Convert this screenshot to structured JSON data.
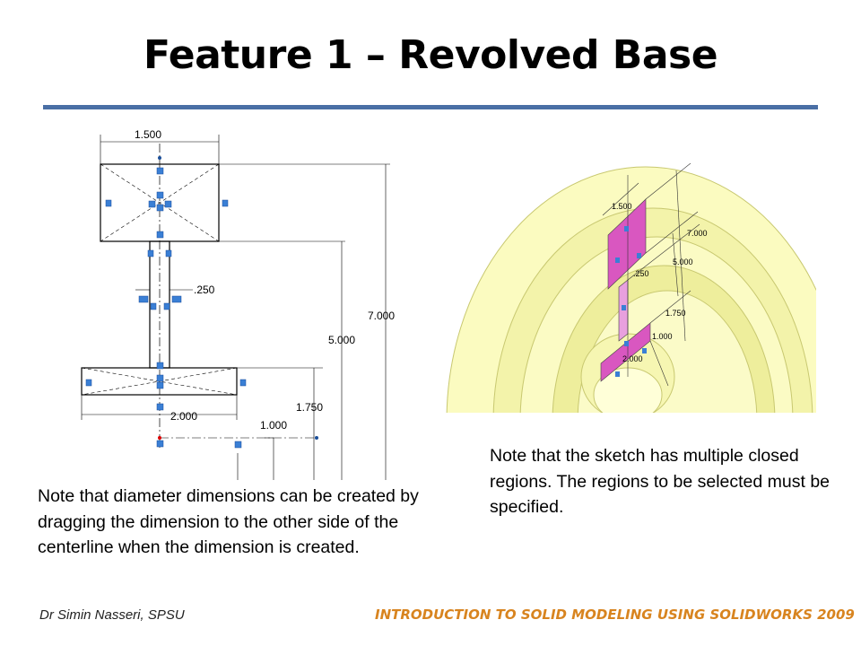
{
  "slide": {
    "title": "Feature 1 – Revolved Base",
    "note_left": "Note that diameter dimensions can be created by dragging the dimension to the other side of the centerline when the dimension is created.",
    "note_right": "Note that the sketch has multiple closed regions.  The regions to be selected must be specified.",
    "footer_author": "Dr Simin Nasseri, SPSU",
    "footer_course": "INTRODUCTION TO SOLID MODELING USING SOLIDWORKS 2009"
  },
  "sketch_2d": {
    "dimensions": {
      "top_width": "1.500",
      "neck_width": ".250",
      "overall_height": "7.000",
      "mid_height": "5.000",
      "lower_height": "1.750",
      "bottom_width": "2.000",
      "axis_offset": "1.000"
    }
  },
  "model_3d": {
    "dimensions": {
      "top_width": "1.500",
      "overall_height": "7.000",
      "mid_height": "5.000",
      "neck_width": ".250",
      "lower_height": "1.750",
      "axis_offset": "1.000",
      "bottom_width": "2.000"
    }
  },
  "colors": {
    "title_rule": "#4a6fa5",
    "footer_course": "#d8841f",
    "solid_fill": "#fbfbc0",
    "sketch_region": "#d957c0"
  }
}
